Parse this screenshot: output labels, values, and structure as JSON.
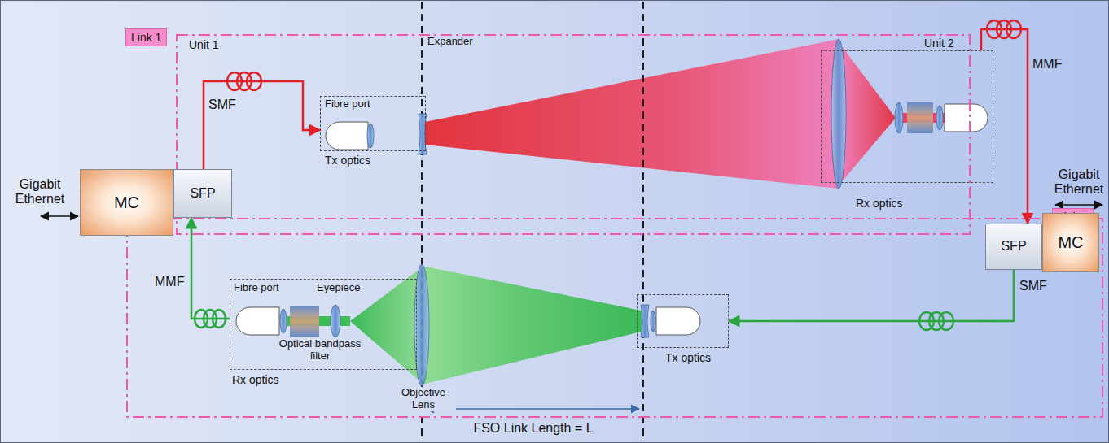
{
  "diagram": {
    "nodes": [
      {
        "text": [
          "Link 1"
        ]
      },
      {
        "text": [
          "Fibre port",
          "Tx optics"
        ],
        "in": 0
      },
      {
        "text": [
          "Rx optics"
        ],
        "in": 0
      },
      {
        "text": [
          "MC"
        ]
      },
      {
        "text": [
          "SFP"
        ]
      },
      {
        "text": [
          "SFP"
        ]
      },
      {
        "text": [
          "MC"
        ]
      },
      {
        "text": [
          "Link 2"
        ]
      },
      {
        "text": [
          "Fibre port",
          "Eyepiece",
          "Optical bandpass filter",
          "Rx optics"
        ],
        "in": 7
      },
      {
        "text": [
          "Tx optics"
        ],
        "in": 7
      }
    ],
    "edges": [
      {
        "from": 4,
        "to": 1,
        "label": "SMF",
        "arrow": "to"
      },
      {
        "from": 2,
        "to": 5,
        "label": "MMF",
        "arrow": "to"
      },
      {
        "from": 5,
        "to": 9,
        "label": "SMF",
        "arrow": "to"
      },
      {
        "from": 8,
        "to": 4,
        "label": "MMF",
        "arrow": "to"
      }
    ],
    "labels": [
      "Unit 1",
      "Unit 2",
      "Expander",
      "Gigabit Ethernet",
      "Gigabit Ethernet",
      "Objective Lens",
      "FSO Link Length = L"
    ]
  }
}
